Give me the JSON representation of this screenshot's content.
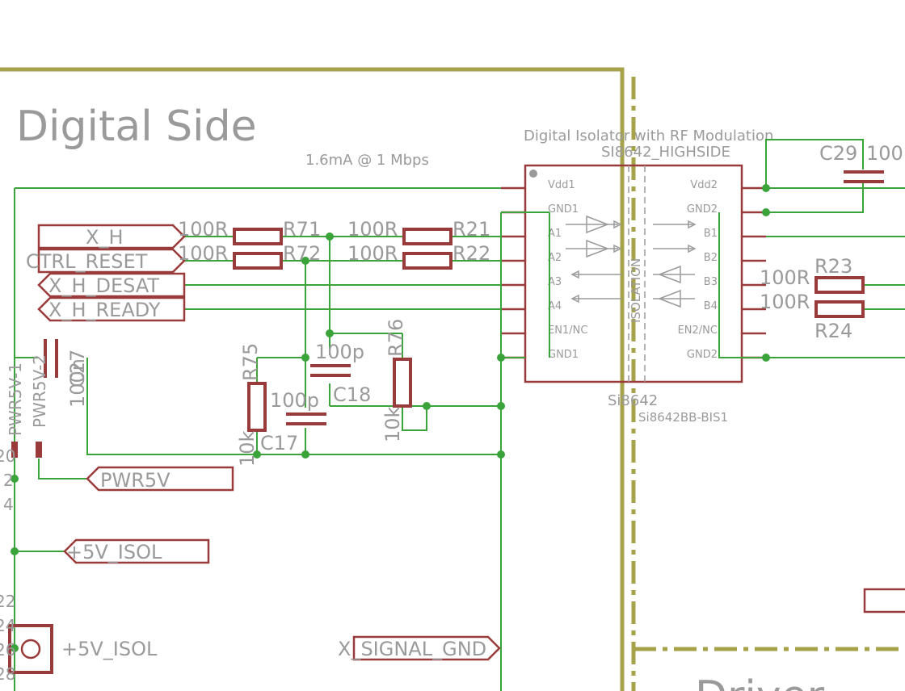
{
  "section_title": "Digital Side",
  "current_note": "1.6mA @ 1 Mbps",
  "isolator": {
    "description": "Digital Isolator with RF Modulation",
    "name": "SI8642_HIGHSIDE",
    "value_left": "Si8642",
    "value_right": "Si8642BB-BIS1",
    "isolation_text": "ISOLATION",
    "pins_left": [
      "Vdd1",
      "GND1",
      "A1",
      "A2",
      "A3",
      "A4",
      "EN1/NC",
      "GND1"
    ],
    "pins_right": [
      "Vdd2",
      "GND2",
      "B1",
      "B2",
      "B3",
      "B4",
      "EN2/NC",
      "GND2"
    ]
  },
  "nets": {
    "x_h": "X_H",
    "ctrl_reset": "CTRL_RESET",
    "x_h_desat": "X_H_DESAT",
    "x_h_ready": "X_H_READY",
    "pwr5v": "PWR5V",
    "plus5v_isol_a": "+5V_ISOL",
    "plus5v_isol_b": "+5V_ISOL",
    "x_signal_gnd": "X_SIGNAL_GND"
  },
  "components": {
    "r71": {
      "name": "R71",
      "value": "100R"
    },
    "r72": {
      "name": "R72",
      "value": "100R"
    },
    "r21": {
      "name": "R21",
      "value": "100R"
    },
    "r22": {
      "name": "R22",
      "value": "100R"
    },
    "r23": {
      "name": "R23",
      "value": "100R"
    },
    "r24": {
      "name": "R24",
      "value": "100R"
    },
    "r75": {
      "name": "R75",
      "value": "10k"
    },
    "r76": {
      "name": "R76",
      "value": "10k"
    },
    "c17": {
      "name": "C17",
      "value": "100p"
    },
    "c18": {
      "name": "C18",
      "value": "100p"
    },
    "c27": {
      "name": "C27",
      "value": "100n"
    },
    "c29": {
      "name": "C29",
      "value": "100"
    },
    "pwr5v_1": {
      "name": "PWR5V-1"
    },
    "pwr5v_2": {
      "name": "PWR5V-2"
    }
  },
  "edge_fragments": [
    "20",
    "22",
    "24",
    "26",
    "28",
    "2",
    "4"
  ],
  "bottom_right_fragment": "Driver"
}
